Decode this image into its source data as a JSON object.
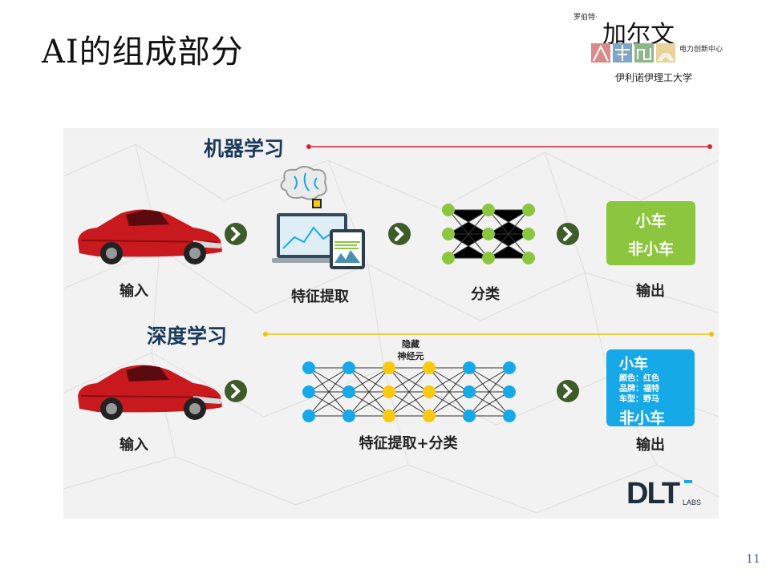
{
  "slide": {
    "title": "AI的组成部分",
    "page_number": "11"
  },
  "logo": {
    "top_small": "罗伯特·",
    "name": "加尔文",
    "right_small": "电力创新中心",
    "university": "伊利诺伊理工大学"
  },
  "machine_learning": {
    "title": "机器学习",
    "line_color": "#d7262c",
    "steps": [
      "输入",
      "特征提取",
      "分类",
      "输出"
    ],
    "output": {
      "line1": "小车",
      "line2": "非小车",
      "color": "#8cc63f"
    }
  },
  "deep_learning": {
    "title": "深度学习",
    "line_color": "#f2c200",
    "steps": [
      "输入",
      "特征提取+分类",
      "输出"
    ],
    "hidden_label": [
      "隐藏",
      "神经元"
    ],
    "output": {
      "line1": "小车",
      "details": [
        "颜色：红色",
        "品牌：福特",
        "车型：野马"
      ],
      "line2": "非小车",
      "color": "#16a9e8"
    }
  },
  "brand": {
    "text": "DLT",
    "sub": "LABS"
  },
  "colors": {
    "node_green": "#8cc63f",
    "node_blue": "#16a9e8",
    "node_yellow": "#f7c90f",
    "arrow": "#3e5c2a"
  }
}
